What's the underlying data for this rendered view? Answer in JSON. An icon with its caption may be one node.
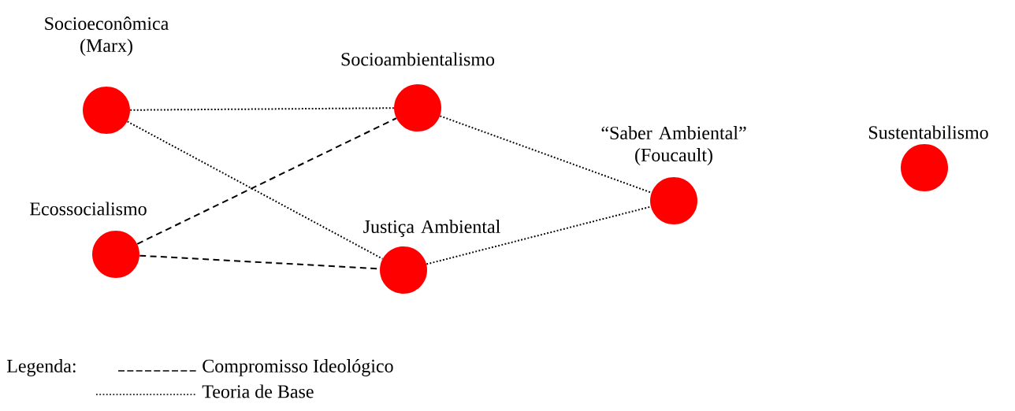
{
  "diagram": {
    "nodes": [
      {
        "text": [
          "Socioeconômica (Marx)"
        ]
      },
      {
        "text": [
          "Socioambientalismo"
        ]
      },
      {
        "text": [
          "“Saber Ambiental” (Foucault)"
        ]
      },
      {
        "text": [
          "Sustentabilismo"
        ]
      },
      {
        "text": [
          "Ecossocialismo"
        ]
      },
      {
        "text": [
          "Justiça Ambiental"
        ]
      }
    ],
    "edges": [
      {
        "from": 0,
        "to": 1,
        "arrow": "none"
      },
      {
        "from": 0,
        "to": 5,
        "arrow": "none"
      },
      {
        "from": 4,
        "to": 1,
        "arrow": "none",
        "style": "dashed"
      },
      {
        "from": 4,
        "to": 5,
        "arrow": "none",
        "style": "dashed"
      },
      {
        "from": 1,
        "to": 2,
        "arrow": "none"
      },
      {
        "from": 5,
        "to": 2,
        "arrow": "none"
      }
    ],
    "labels": [
      "Legenda:"
    ],
    "legend": [
      {
        "text": "Compromisso Ideológico"
      },
      {
        "text": "Teoria de Base"
      }
    ]
  }
}
